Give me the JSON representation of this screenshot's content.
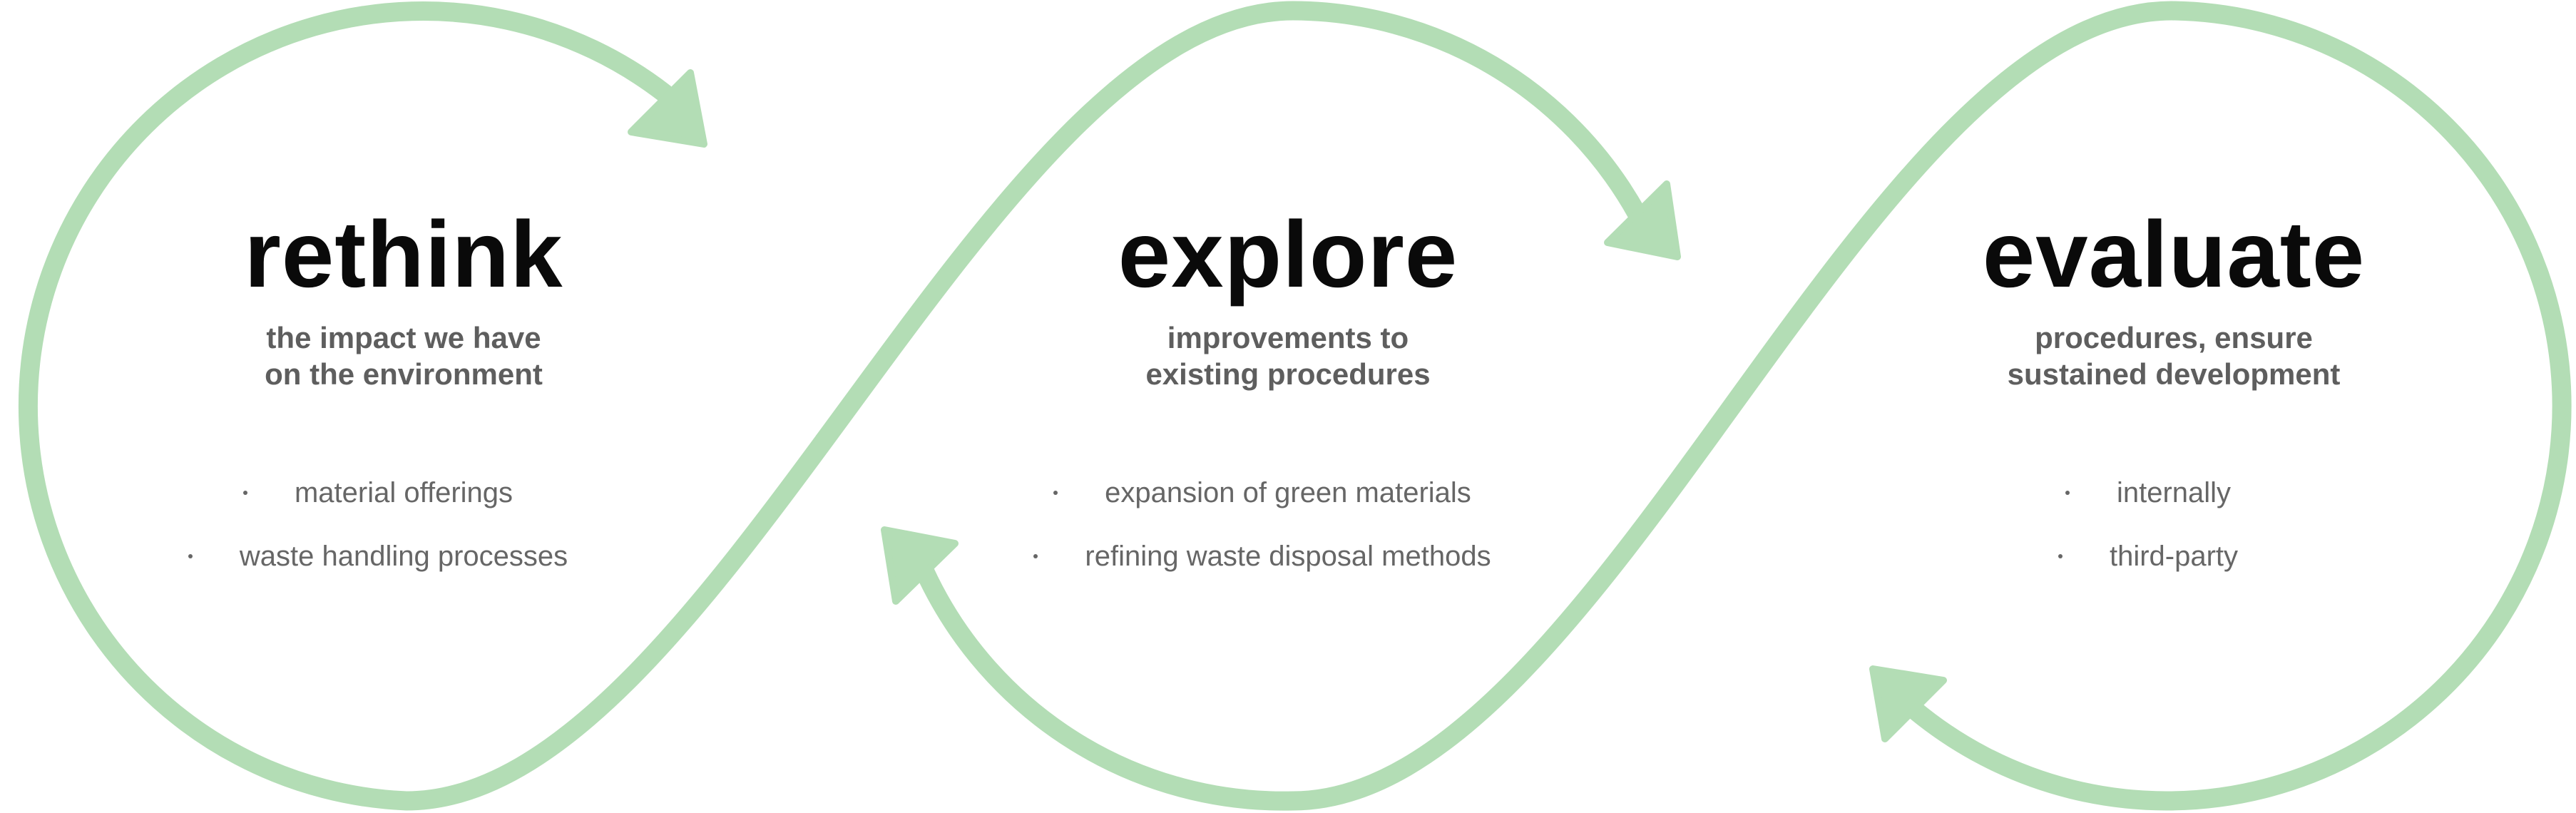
{
  "colors": {
    "arrow": "#b3ddb5",
    "title": "#0a0a0a",
    "subtitle": "#5e5e5e",
    "bullet": "#666666"
  },
  "stages": [
    {
      "title": "rethink",
      "subtitle": [
        "the impact we have",
        "on the environment"
      ],
      "bullets": [
        "material offerings",
        "waste handling processes"
      ]
    },
    {
      "title": "explore",
      "subtitle": [
        "improvements to",
        "existing procedures"
      ],
      "bullets": [
        "expansion of green materials",
        "refining waste disposal methods"
      ]
    },
    {
      "title": "evaluate",
      "subtitle": [
        "procedures, ensure",
        "sustained development"
      ],
      "bullets": [
        "internally",
        "third-party"
      ]
    }
  ]
}
